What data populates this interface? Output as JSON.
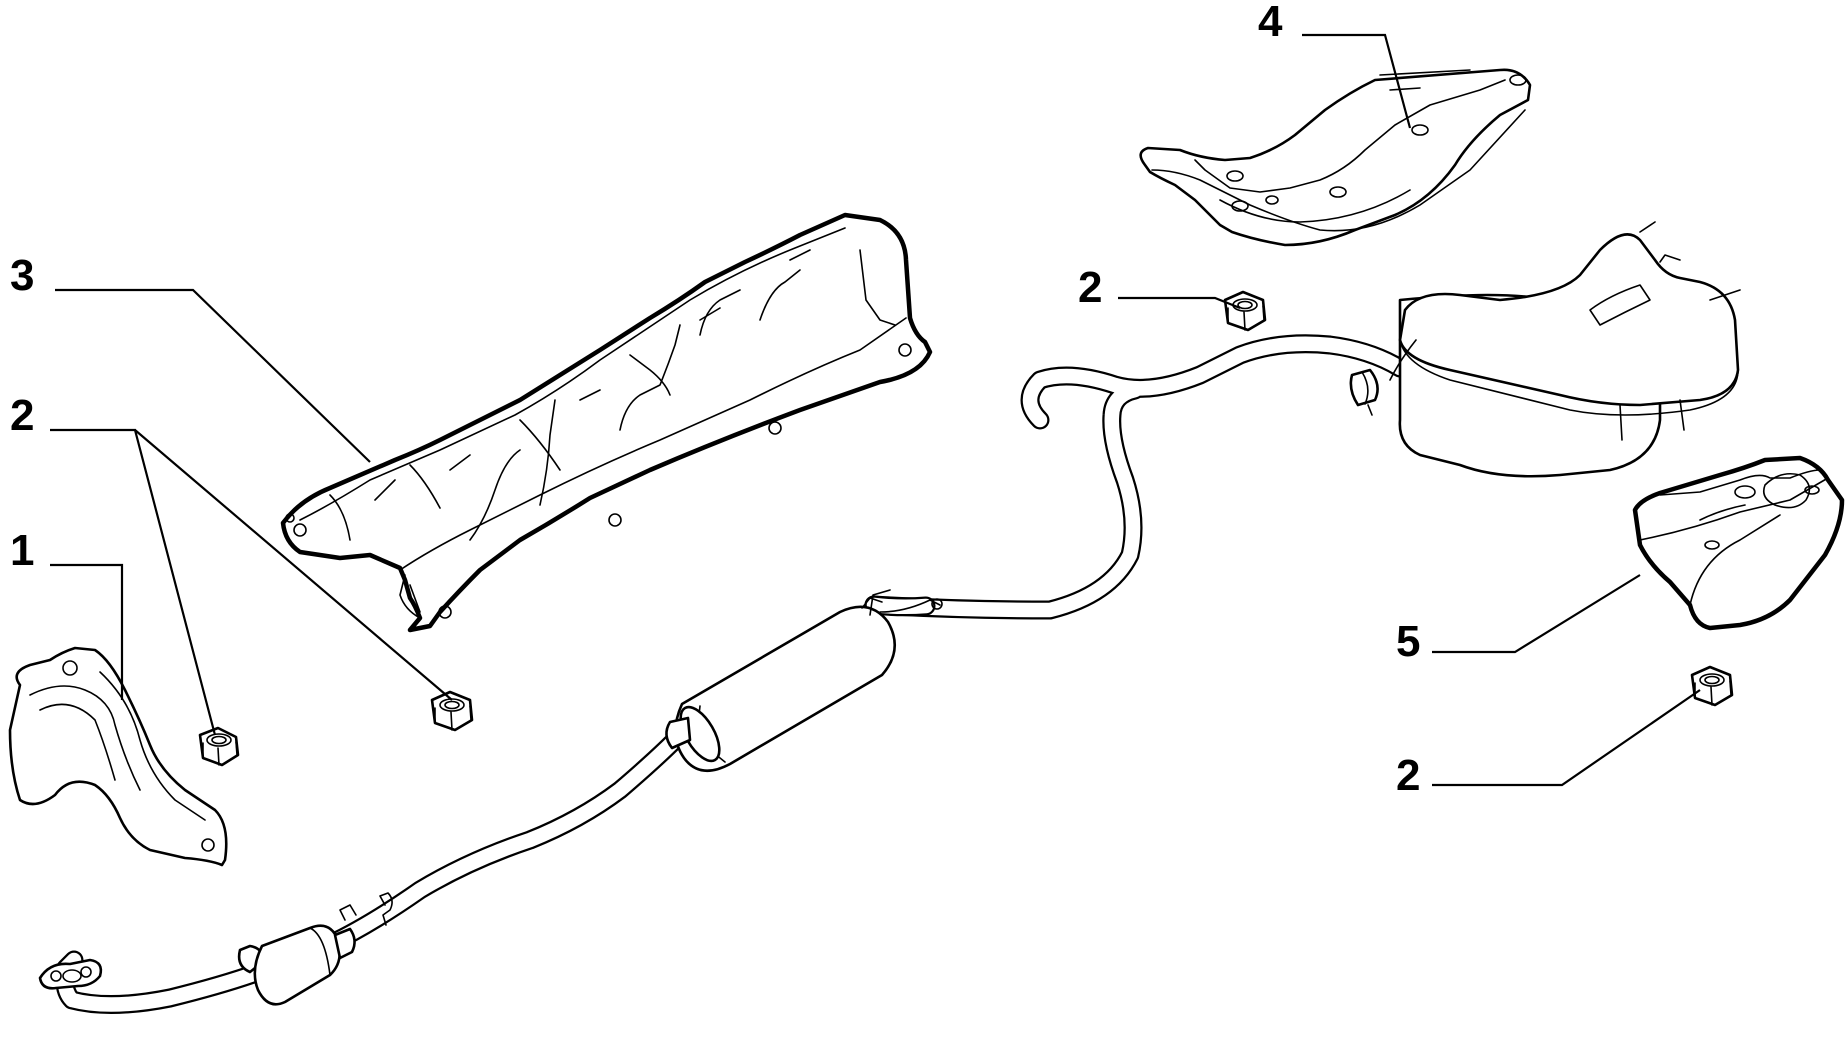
{
  "callouts": {
    "c1": "1",
    "c2a": "2",
    "c2b": "2",
    "c2c": "2",
    "c2d": "2",
    "c3": "3",
    "c4": "4",
    "c5": "5"
  },
  "colors": {
    "line": "#000000",
    "background": "#ffffff"
  }
}
